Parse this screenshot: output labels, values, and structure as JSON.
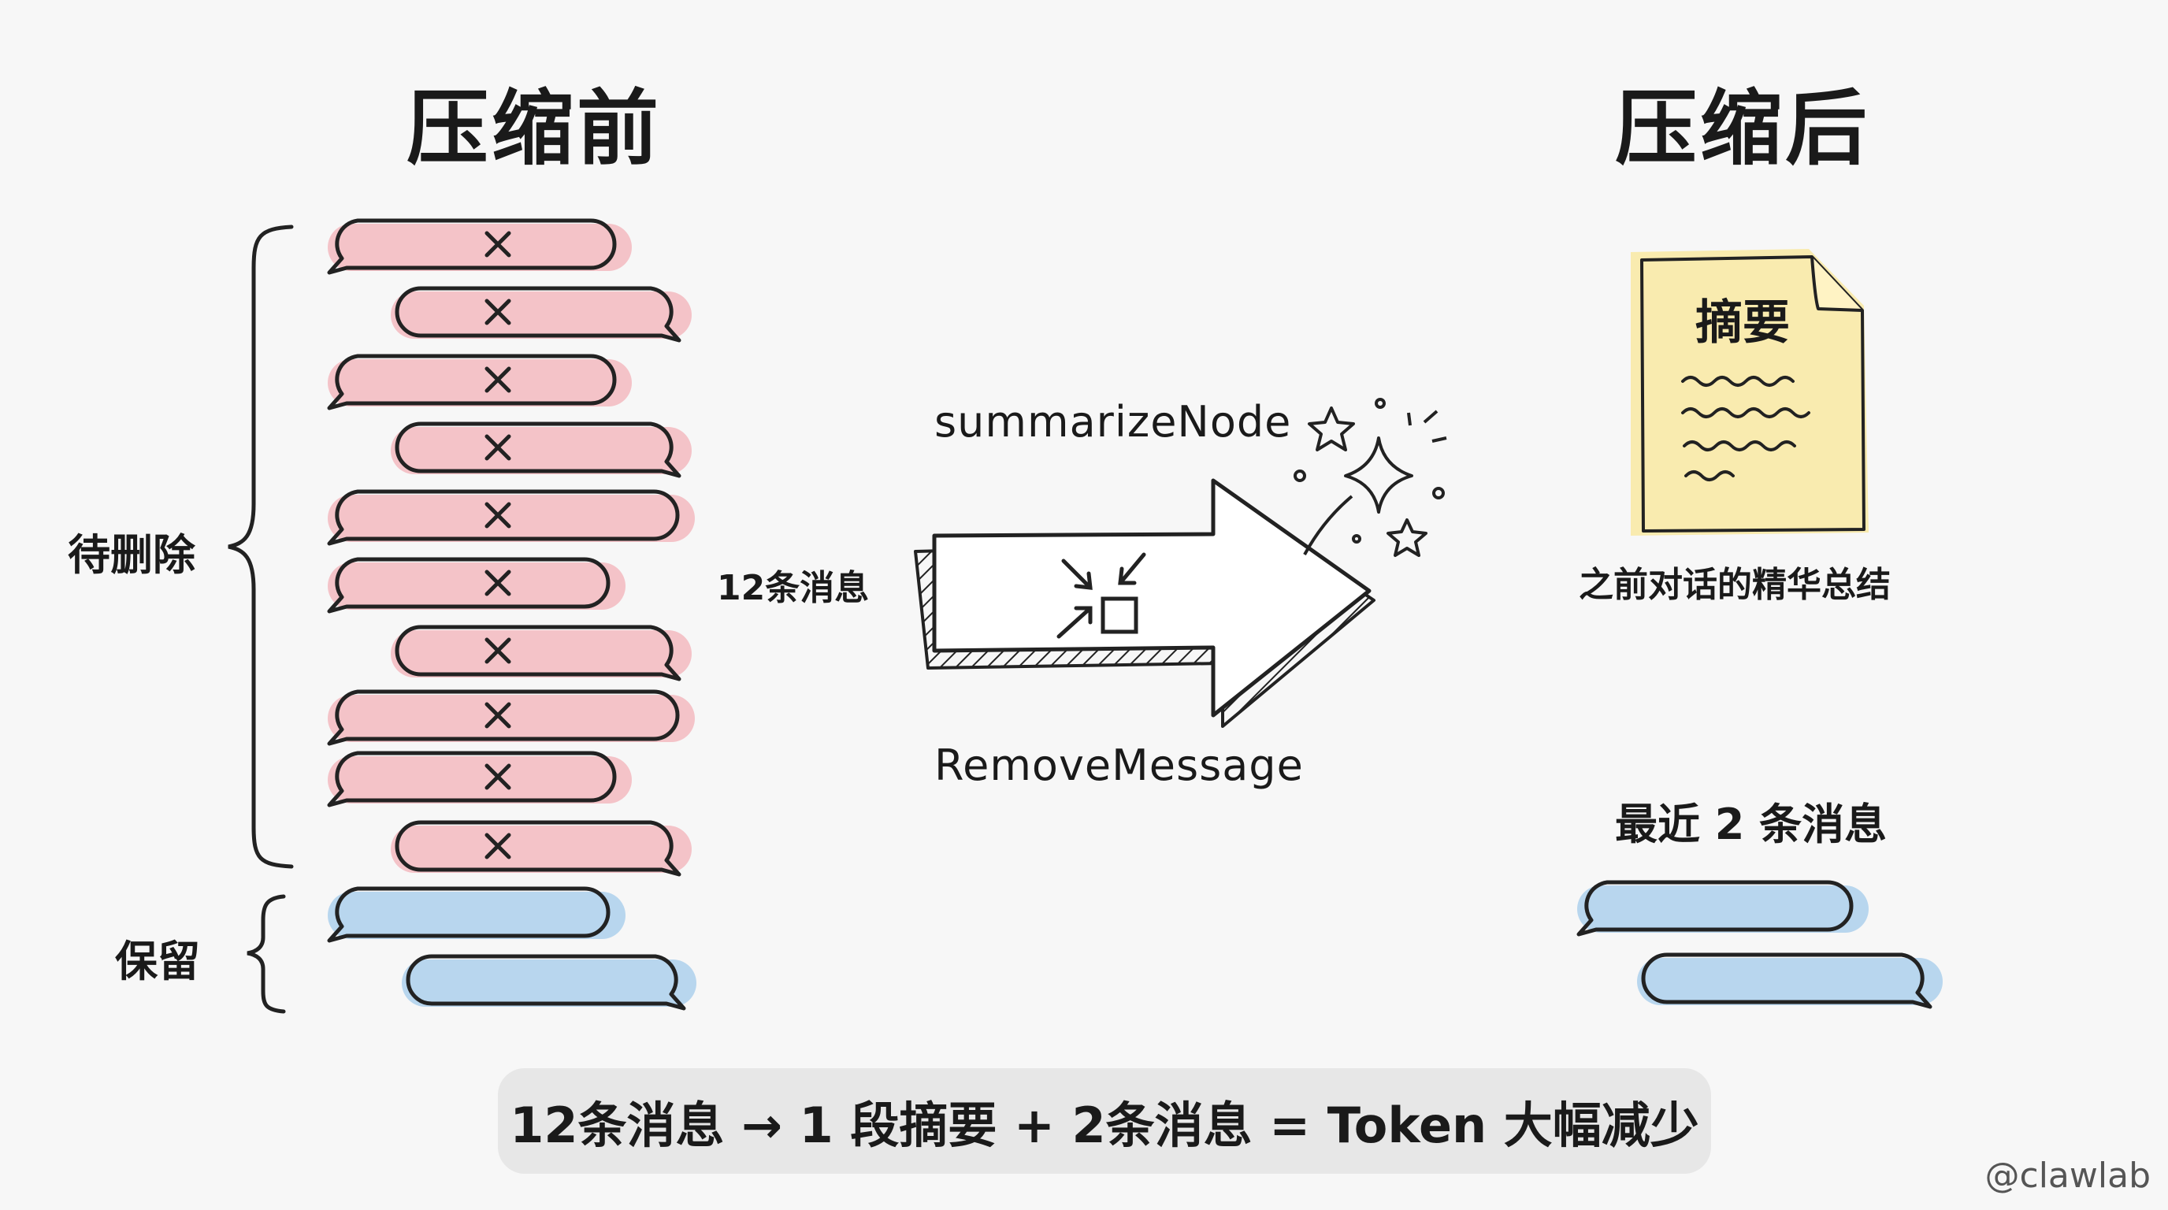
{
  "before": {
    "title": "压缩前",
    "delete_label": "待删除",
    "keep_label": "保留"
  },
  "after": {
    "title": "压缩后",
    "summary_title": "摘要",
    "summary_caption": "之前对话的精华总结",
    "recent_label": "最近 2 条消息"
  },
  "process": {
    "message_count": "12条消息",
    "node_label": "summarizeNode",
    "remove_label": "RemoveMessage"
  },
  "formula": "12条消息 → 1 段摘要 + 2条消息 = Token 大幅减少",
  "watermark": "@clawlab",
  "colors": {
    "delete_fill": "#f4c3c8",
    "keep_fill": "#b8d6ee",
    "summary_fill": "#f8e9a6",
    "badge_bg": "#e7e7e7"
  },
  "icons": [
    "close-icon",
    "compress-icon",
    "sparkle-icon",
    "star-icon",
    "document-icon"
  ]
}
